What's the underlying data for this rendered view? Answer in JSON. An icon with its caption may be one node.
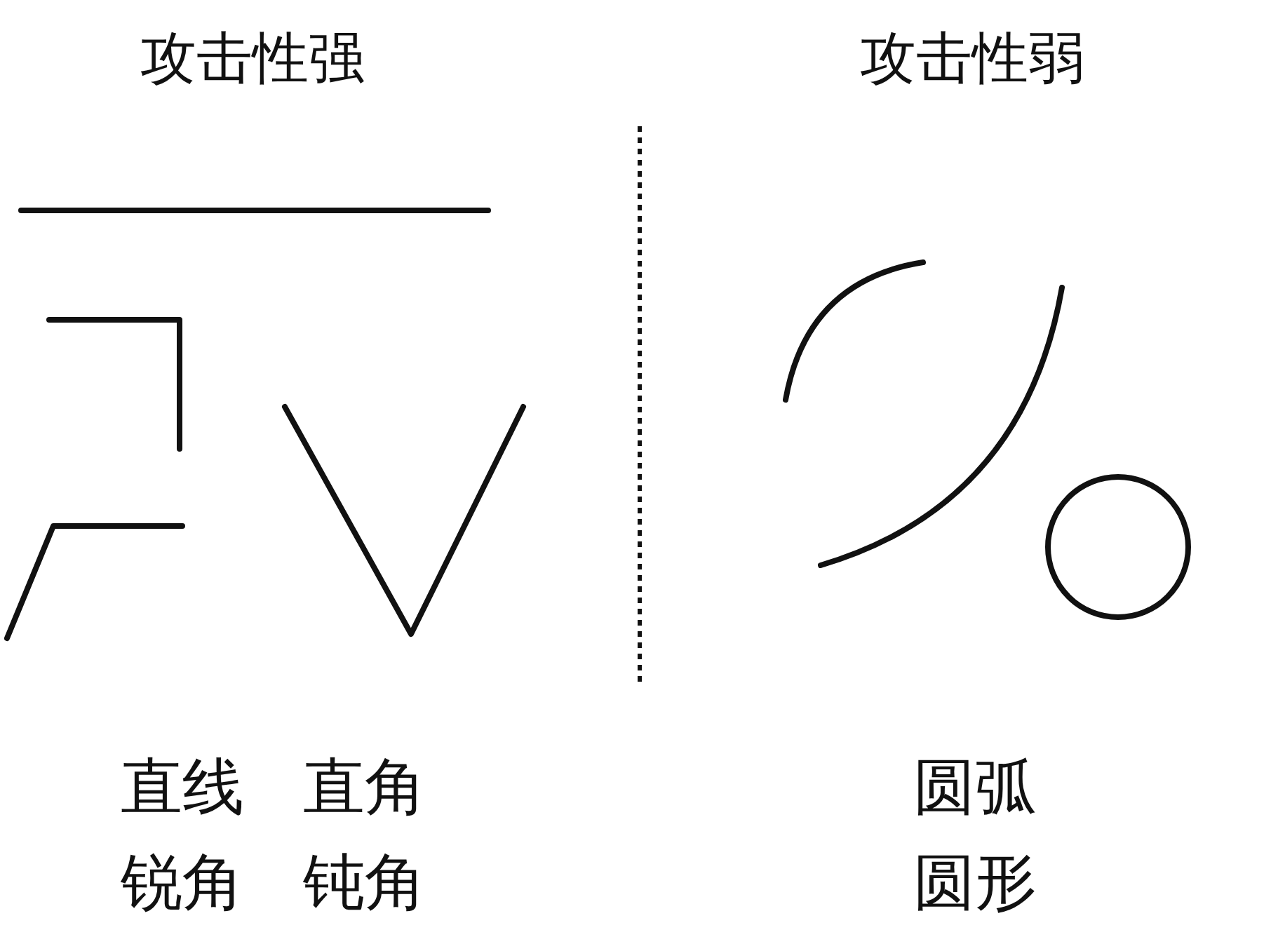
{
  "diagram": {
    "labels": [
      "攻击性强",
      "攻击性弱",
      "直线",
      "直角",
      "圆弧",
      "锐角",
      "钝角",
      "圆形"
    ]
  }
}
